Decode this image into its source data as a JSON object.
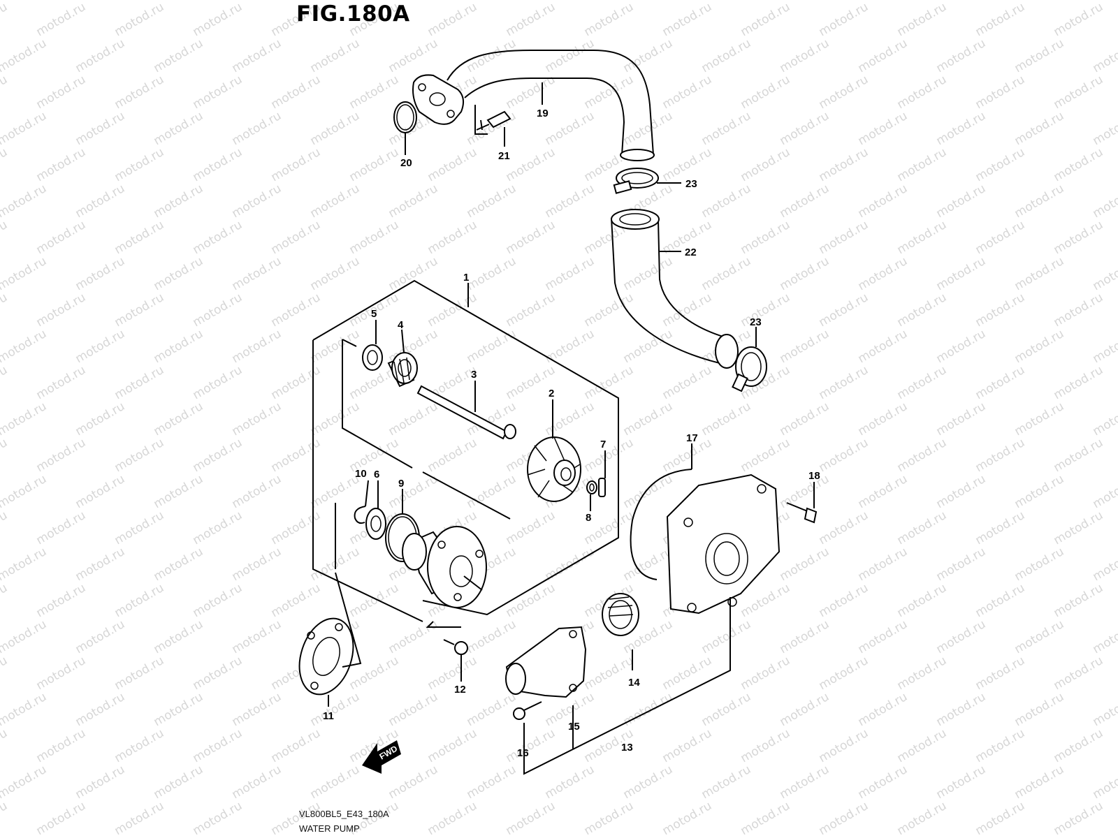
{
  "figure": {
    "title": "FIG.180A",
    "drawing_code": "VL800BL5_E43_180A",
    "name": "WATER PUMP"
  },
  "watermark": "motod.ru",
  "fwd_label": "FWD",
  "callouts": [
    {
      "id": "p1",
      "number": "1"
    },
    {
      "id": "p2",
      "number": "2"
    },
    {
      "id": "p3",
      "number": "3"
    },
    {
      "id": "p4",
      "number": "4"
    },
    {
      "id": "p5",
      "number": "5"
    },
    {
      "id": "p6",
      "number": "6"
    },
    {
      "id": "p7",
      "number": "7"
    },
    {
      "id": "p8",
      "number": "8"
    },
    {
      "id": "p9",
      "number": "9"
    },
    {
      "id": "p10",
      "number": "10"
    },
    {
      "id": "p11",
      "number": "11"
    },
    {
      "id": "p12",
      "number": "12"
    },
    {
      "id": "p13",
      "number": "13"
    },
    {
      "id": "p14",
      "number": "14"
    },
    {
      "id": "p15",
      "number": "15"
    },
    {
      "id": "p16",
      "number": "16"
    },
    {
      "id": "p17",
      "number": "17"
    },
    {
      "id": "p18",
      "number": "18"
    },
    {
      "id": "p19",
      "number": "19"
    },
    {
      "id": "p20",
      "number": "20"
    },
    {
      "id": "p21",
      "number": "21"
    },
    {
      "id": "p22",
      "number": "22"
    },
    {
      "id": "p23a",
      "number": "23"
    },
    {
      "id": "p23b",
      "number": "23"
    }
  ]
}
